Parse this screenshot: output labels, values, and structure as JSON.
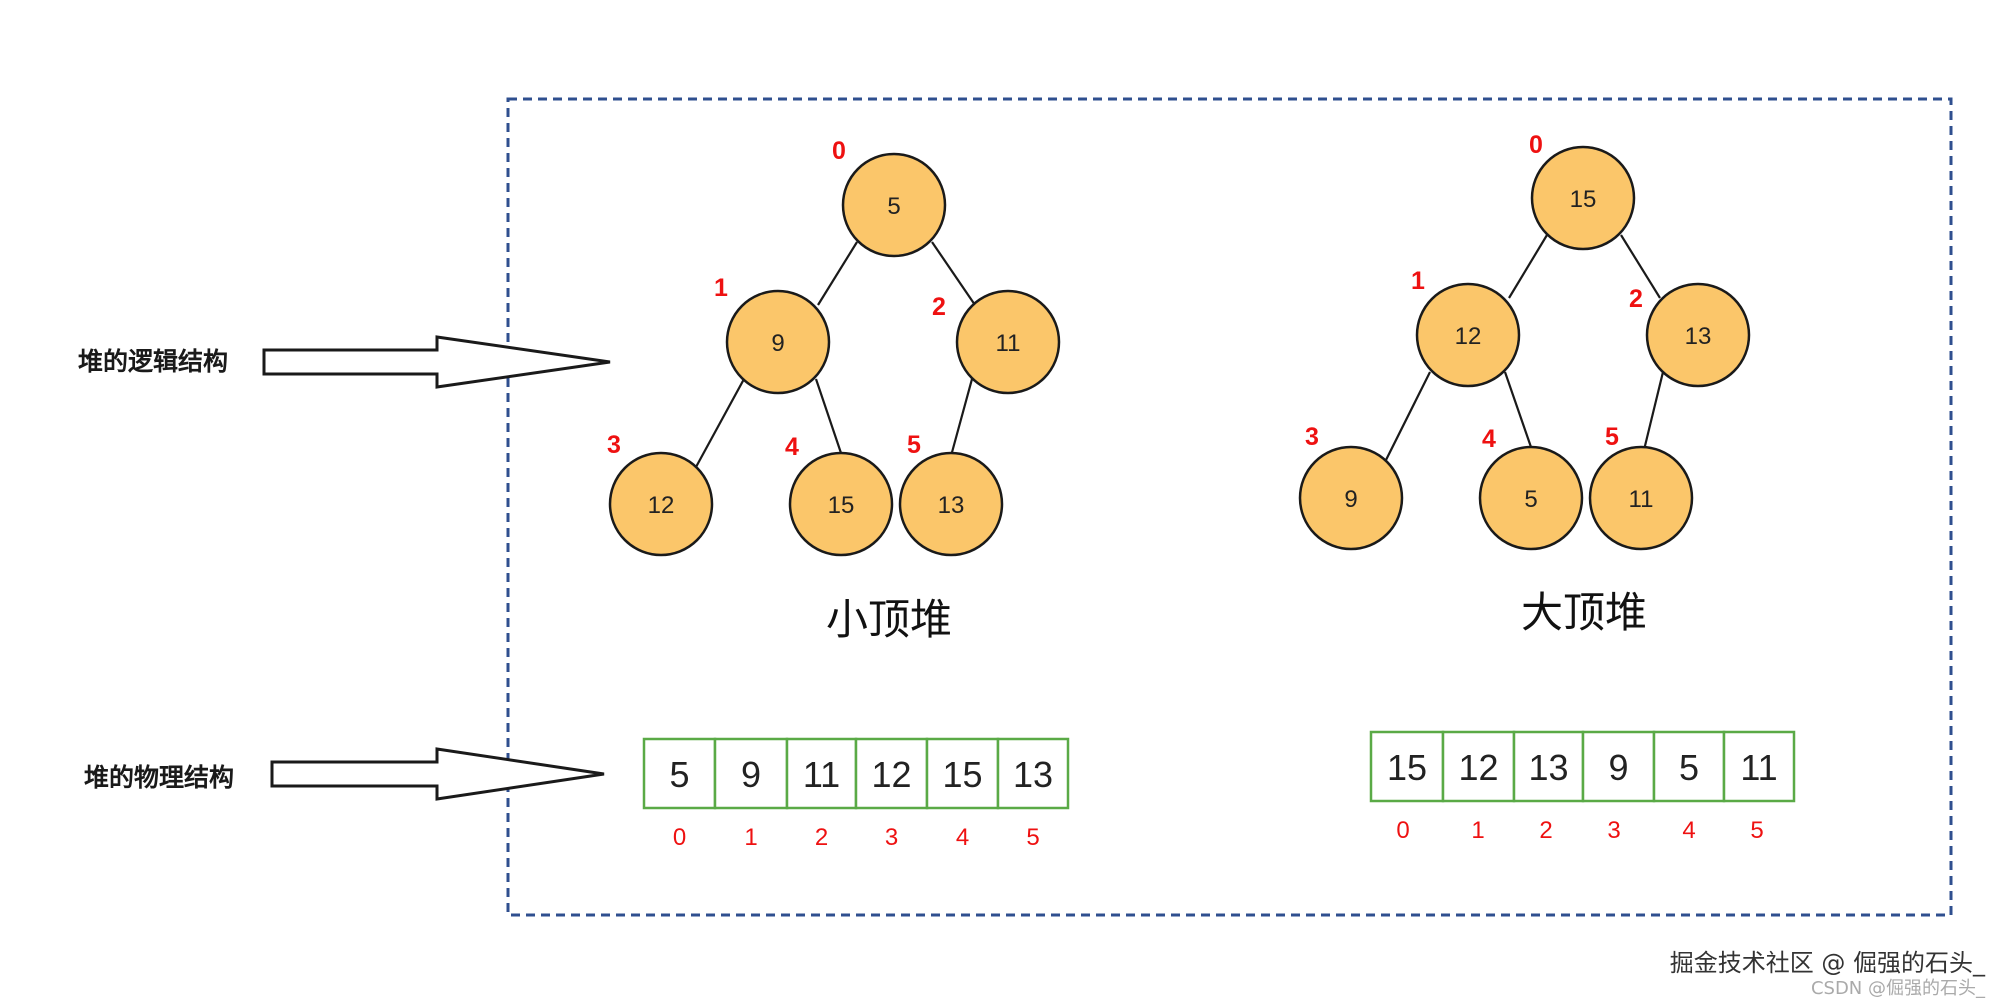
{
  "labels": {
    "logical": "堆的逻辑结构",
    "physical": "堆的物理结构"
  },
  "min_heap": {
    "title": "小顶堆",
    "nodes": [
      {
        "value": "5",
        "index": "0"
      },
      {
        "value": "9",
        "index": "1"
      },
      {
        "value": "11",
        "index": "2"
      },
      {
        "value": "12",
        "index": "3"
      },
      {
        "value": "15",
        "index": "4"
      },
      {
        "value": "13",
        "index": "5"
      }
    ],
    "array": [
      "5",
      "9",
      "11",
      "12",
      "15",
      "13"
    ],
    "array_indices": [
      "0",
      "1",
      "2",
      "3",
      "4",
      "5"
    ]
  },
  "max_heap": {
    "title": "大顶堆",
    "nodes": [
      {
        "value": "15",
        "index": "0"
      },
      {
        "value": "12",
        "index": "1"
      },
      {
        "value": "13",
        "index": "2"
      },
      {
        "value": "9",
        "index": "3"
      },
      {
        "value": "5",
        "index": "4"
      },
      {
        "value": "11",
        "index": "5"
      }
    ],
    "array": [
      "15",
      "12",
      "13",
      "9",
      "5",
      "11"
    ],
    "array_indices": [
      "0",
      "1",
      "2",
      "3",
      "4",
      "5"
    ]
  },
  "watermark": {
    "line1": "掘金技术社区 @ 倔强的石头_",
    "line2": "CSDN @倔强的石头_"
  },
  "colors": {
    "node_fill": "#fbc66a",
    "index_red": "#ee1111",
    "cell_border": "#5aaa46",
    "frame_border": "#2f4f8f"
  }
}
